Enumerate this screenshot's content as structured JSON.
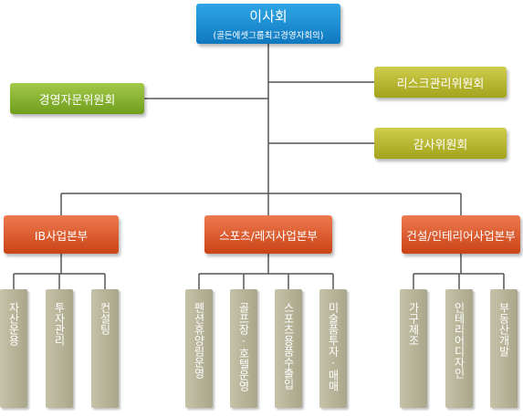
{
  "board": {
    "title": "이사회",
    "subtitle": "(골든에셋그룹최고경영자회의)"
  },
  "advisory": {
    "label": "경영자문위원회"
  },
  "risk": {
    "label": "리스크관리위원회"
  },
  "audit": {
    "label": "감사위원회"
  },
  "divisions": [
    {
      "label": "IB사업본부",
      "units": [
        "자산운용",
        "투자관리",
        "컨설팅"
      ]
    },
    {
      "label": "스포츠/레저사업본부",
      "units": [
        "펜션휴양림운영",
        "골프장·호텔운영",
        "스포츠용품수출입",
        "미술품투자·매매"
      ]
    },
    {
      "label": "건설/인테리어사업본부",
      "units": [
        "가구제조",
        "인테리어디자인",
        "부동산개발"
      ]
    }
  ],
  "colors": {
    "board": "#1a8bd0",
    "advisory": "#86b32c",
    "committee": "#b8b730",
    "division": "#d9582a",
    "unit": "#b7b498",
    "connector": "#555555"
  }
}
